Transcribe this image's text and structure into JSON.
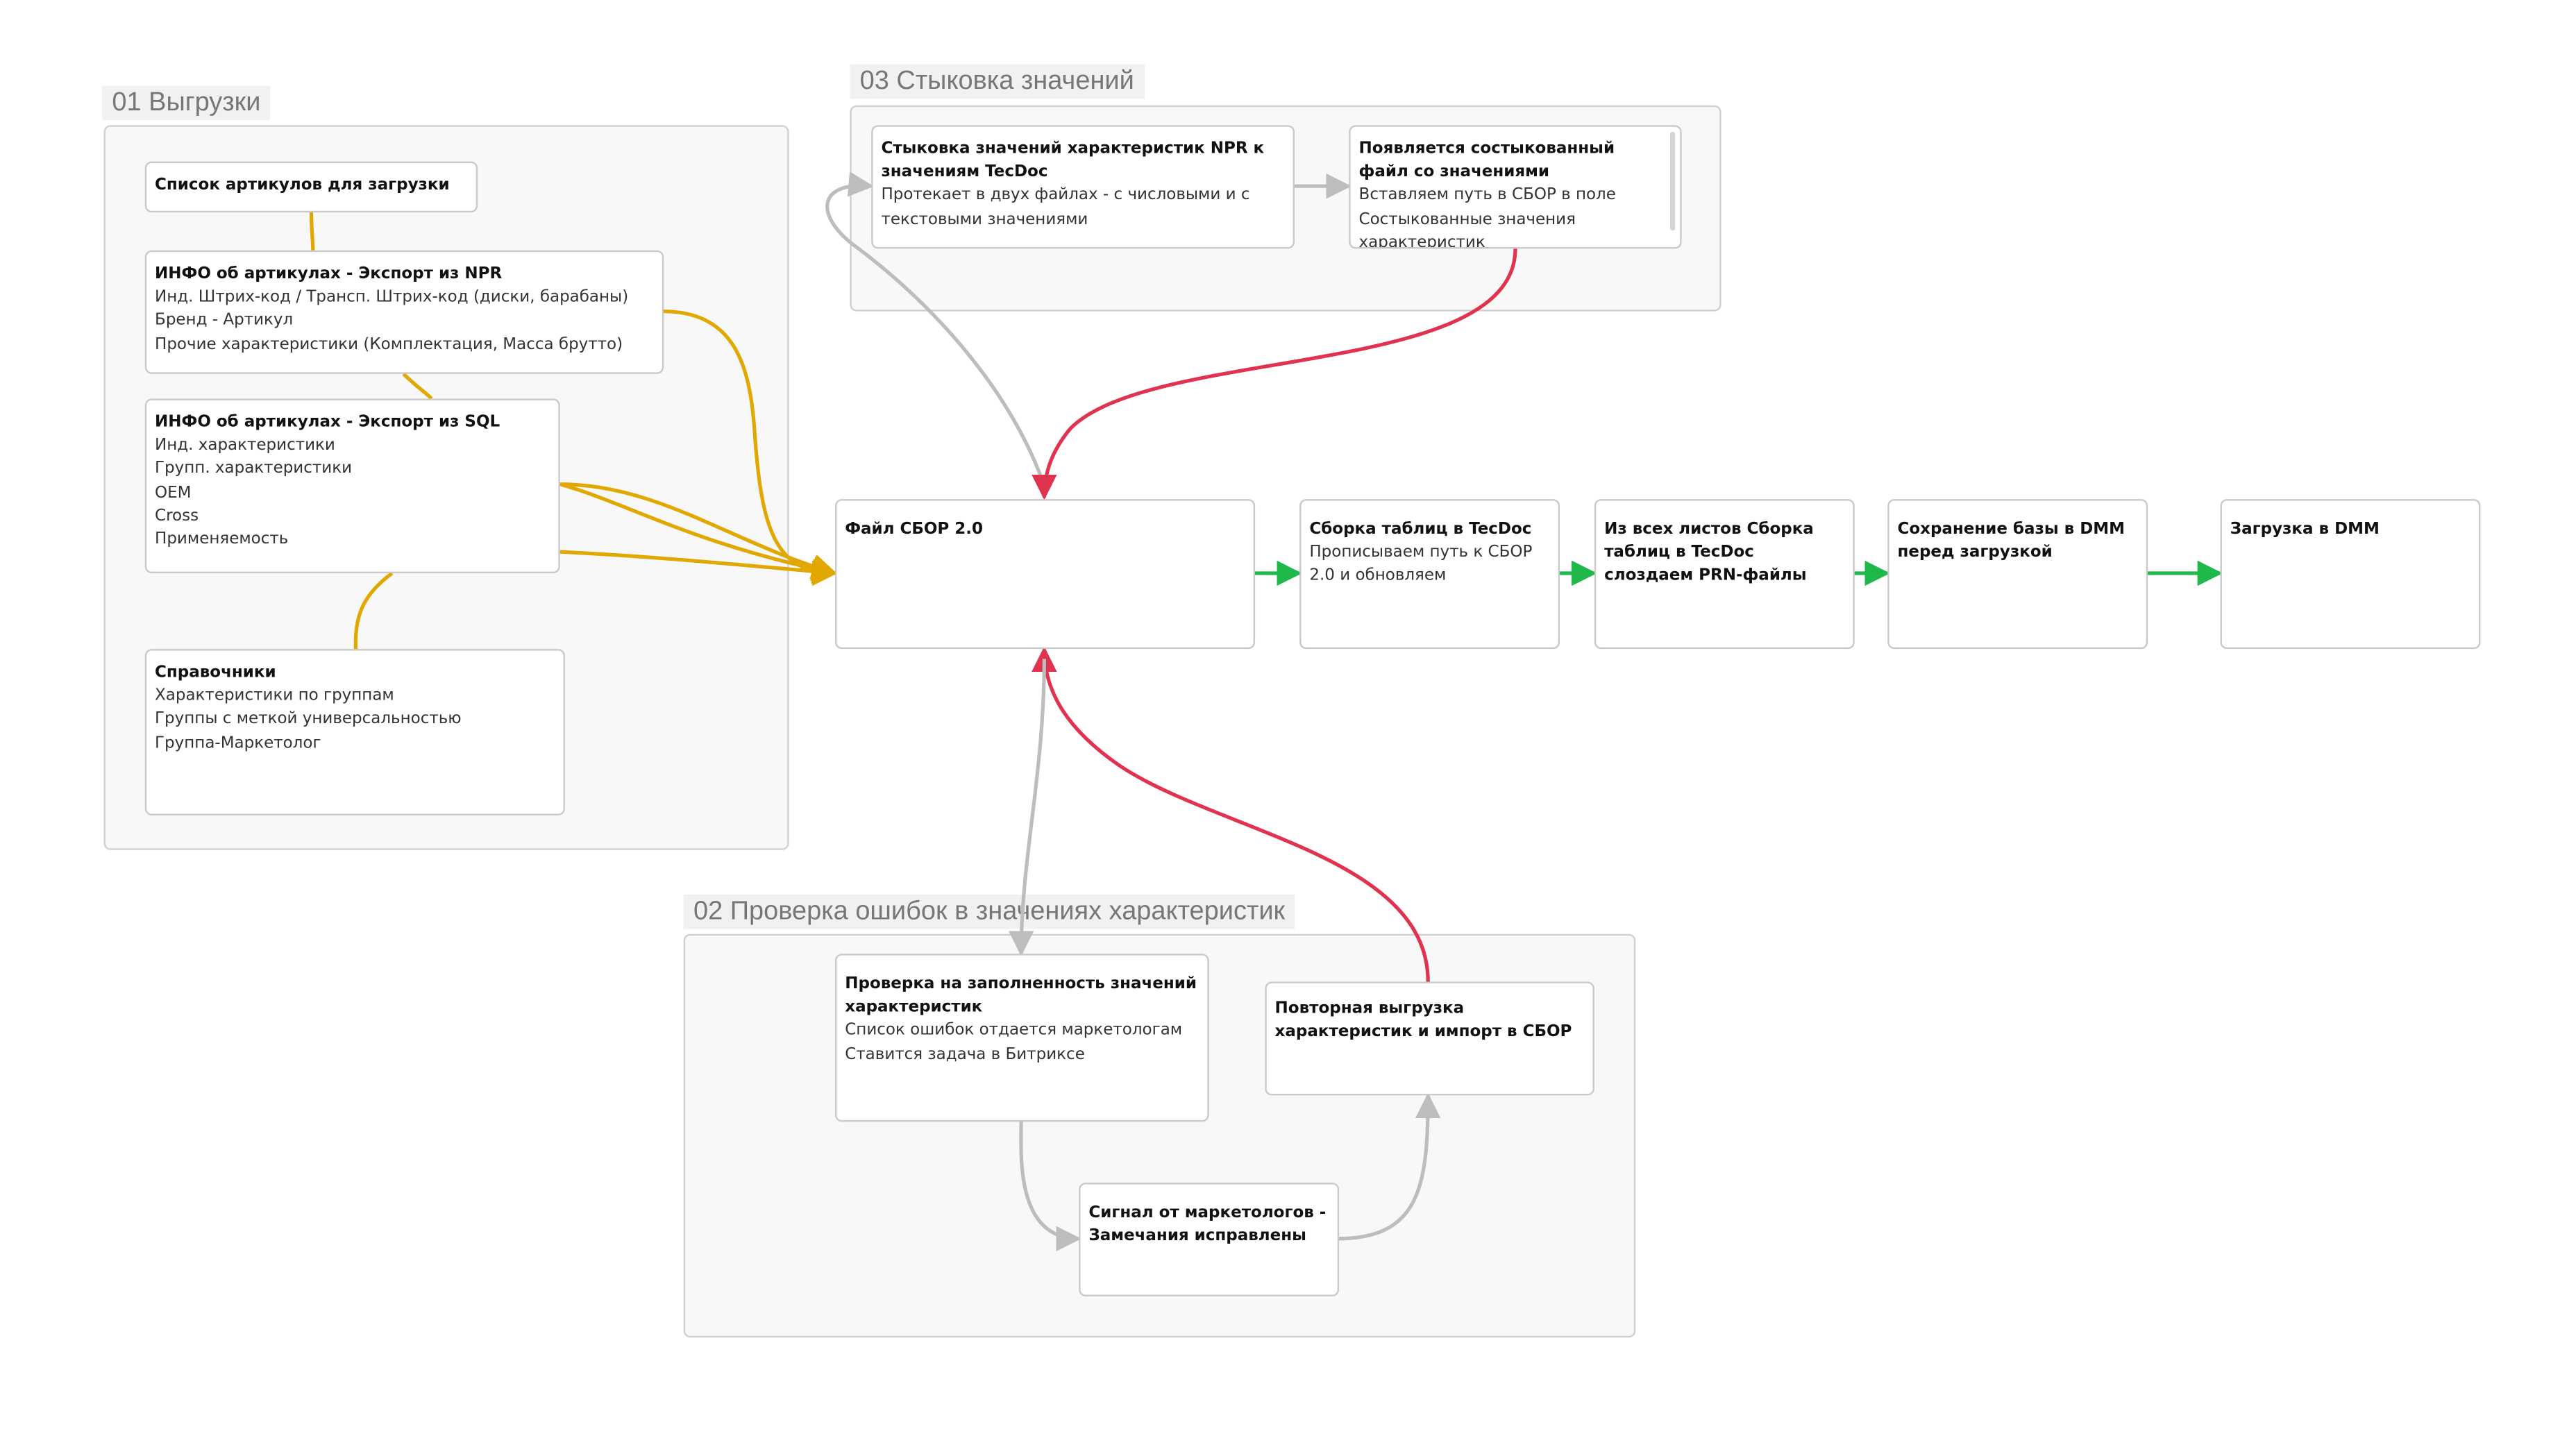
{
  "groups": {
    "g01": {
      "title": "01 Выгрузки"
    },
    "g02": {
      "title": "02 Проверка ошибок в значениях характеристик"
    },
    "g03": {
      "title": "03 Стыковка значений"
    }
  },
  "cards": {
    "articles_list": {
      "title": "Список артикулов для загрузки",
      "lines": []
    },
    "npr_export": {
      "title": "ИНФО об артикулах - Экспорт из NPR",
      "lines": [
        "Инд. Штрих-код / Трансп. Штрих-код (диски, барабаны)",
        "Бренд - Артикул",
        "Прочие характеристики (Комплектация, Масса брутто)"
      ]
    },
    "sql_export": {
      "title": "ИНФО об артикулах - Экспорт из SQL",
      "lines": [
        "Инд. характеристики",
        "Групп. характеристики",
        "OEM",
        "Cross",
        "Применяемость"
      ]
    },
    "references": {
      "title": "Справочники",
      "lines": [
        "Характеристики по группам",
        "Группы с меткой универсальностью",
        "Группа-Маркетолог"
      ]
    },
    "docking_values": {
      "title": "Стыковка значений характеристик NPR к значениям TecDoc",
      "lines": [
        "Протекает в двух файлах - с числовыми и с текстовыми значениями"
      ]
    },
    "docked_file": {
      "title": "Появляется состыкованный файл со значениями",
      "lines": [
        "Вставляем путь в СБОР в поле Состыкованные значения характеристик"
      ]
    },
    "sbor_file": {
      "title": "Файл СБОР 2.0",
      "lines": []
    },
    "tecdoc_assembly": {
      "title": "Сборка таблиц в TecDoc",
      "lines": [
        "Прописываем путь к СБОР 2.0 и обновляем"
      ]
    },
    "prn_files": {
      "title": "Из всех листов Сборка таблиц в TecDoc слоздаем PRN-файлы",
      "lines": []
    },
    "save_base": {
      "title": "Сохранение базы в DMM перед загрузкой",
      "lines": []
    },
    "load_dmm": {
      "title": "Загрузка в DMM",
      "lines": []
    },
    "fill_check": {
      "title": "Проверка на заполненность значений характеристик",
      "lines": [
        "Список ошибок отдается маркетологам",
        "Ставится задача в Битриксе"
      ]
    },
    "re_export": {
      "title": "Повторная выгрузка характеристик и импорт в СБОР",
      "lines": []
    },
    "marketers_signal": {
      "title": "Сигнал от маркетологов - Замечания исправлены",
      "lines": []
    }
  },
  "colors": {
    "yellow": "#e0a800",
    "red": "#e03350",
    "green": "#1fb84a",
    "gray": "#bdbdbd"
  }
}
